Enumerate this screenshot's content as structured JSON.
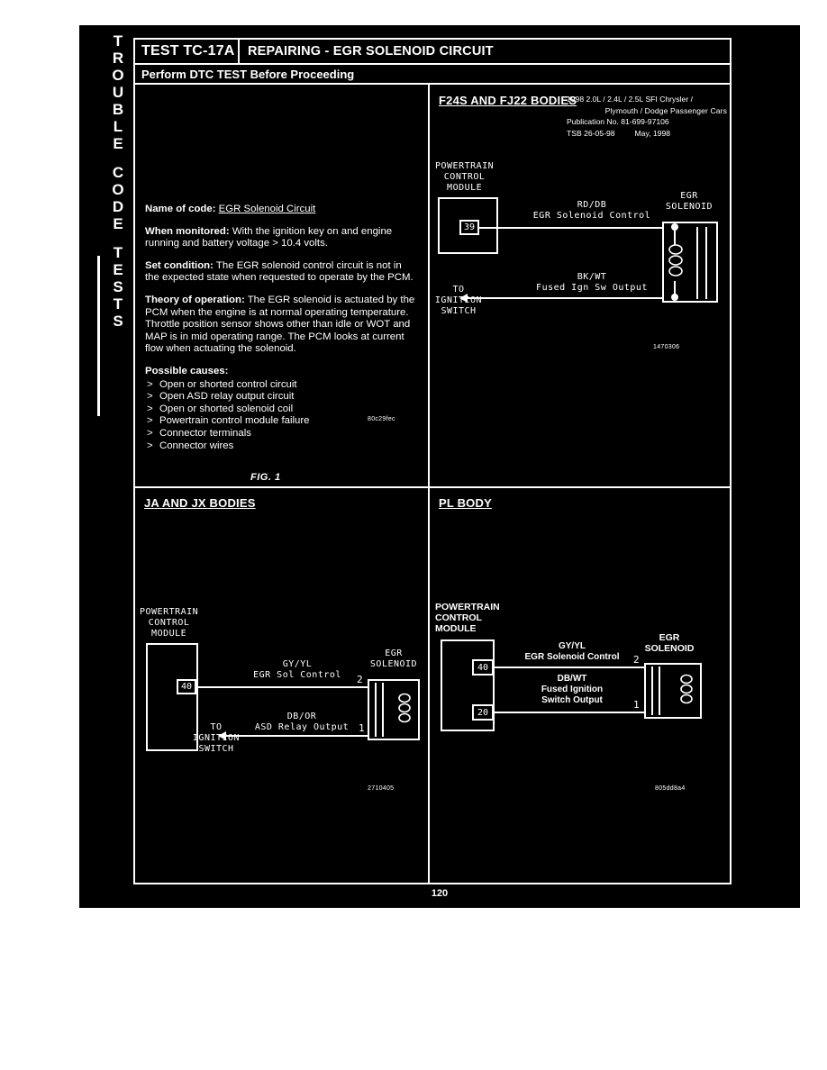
{
  "sidebar": {
    "words": [
      "TROUBLE",
      "CODE",
      "TESTS"
    ]
  },
  "header": {
    "test_code": "TEST TC-17A",
    "title": "REPAIRING - EGR SOLENOID CIRCUIT",
    "subtitle": "Perform DTC TEST Before Proceeding"
  },
  "info": {
    "name_label": "Name of code:",
    "name_value": "EGR Solenoid Circuit",
    "when_label": "When monitored:",
    "when_text": "With the ignition key on and engine running and battery voltage > 10.4 volts.",
    "set_label": "Set condition:",
    "set_text": "The EGR solenoid control circuit is not in the expected state when requested to operate by the PCM.",
    "theory_label": "Theory of operation:",
    "theory_text": "The EGR solenoid is actuated by the PCM when the engine is at normal operating temperature. Throttle position sensor shows other than idle or WOT and MAP is in mid operating range.  The PCM looks at current flow when actuating the solenoid.",
    "causes_label": "Possible causes:",
    "causes": [
      "Open or shorted control circuit",
      "Open ASD relay output circuit",
      "Open or shorted solenoid coil",
      "Powertrain control module failure",
      "Connector terminals",
      "Connector wires"
    ],
    "causes_fig_id": "80c29fec",
    "fig_caption": "FIG. 1"
  },
  "publication": {
    "line1": "1998 2.0L / 2.4L / 2.5L SFI Chrysler /",
    "line2": "Plymouth / Dodge Passenger Cars",
    "line3": "Publication No. 81-699-97106",
    "tsb": "TSB 26-05-98",
    "date": "May, 1998"
  },
  "diagrams": {
    "f24s": {
      "heading": "F24S AND FJ22 BODIES",
      "pcm_label": [
        "POWERTRAIN",
        "CONTROL",
        "MODULE"
      ],
      "pcm_pin": "39",
      "wire1_color": "RD/DB",
      "wire1_name": "EGR Solenoid Control",
      "wire2_color": "BK/WT",
      "wire2_name": "Fused Ign Sw Output",
      "solenoid_label": [
        "EGR",
        "SOLENOID"
      ],
      "ignition_label": [
        "TO",
        "IGNITION",
        "SWITCH"
      ],
      "fig_id": "1470306"
    },
    "ja_jx": {
      "heading": "JA AND JX BODIES",
      "pcm_label": [
        "POWERTRAIN",
        "CONTROL",
        "MODULE"
      ],
      "pcm_pin": "40",
      "wire1_color": "GY/YL",
      "wire1_name": "EGR Sol Control",
      "wire1_terminal": "2",
      "wire2_color": "DB/OR",
      "wire2_name": "ASD Relay Output",
      "wire2_terminal": "1",
      "solenoid_label": [
        "EGR",
        "SOLENOID"
      ],
      "ignition_label": [
        "TO",
        "IGNITION",
        "SWITCH"
      ],
      "fig_id": "2710405"
    },
    "pl": {
      "heading": "PL BODY",
      "pcm_label": [
        "POWERTRAIN",
        "CONTROL",
        "MODULE"
      ],
      "pcm_pin1": "40",
      "pcm_pin2": "20",
      "wire1_color": "GY/YL",
      "wire1_name": "EGR Solenoid Control",
      "wire1_terminal": "2",
      "wire2_color": "DB/WT",
      "wire2_name_l1": "Fused Ignition",
      "wire2_name_l2": "Switch Output",
      "wire2_terminal": "1",
      "solenoid_label": [
        "EGR",
        "SOLENOID"
      ],
      "fig_id": "805dd8a4"
    }
  },
  "footer": {
    "page_number": "120"
  }
}
